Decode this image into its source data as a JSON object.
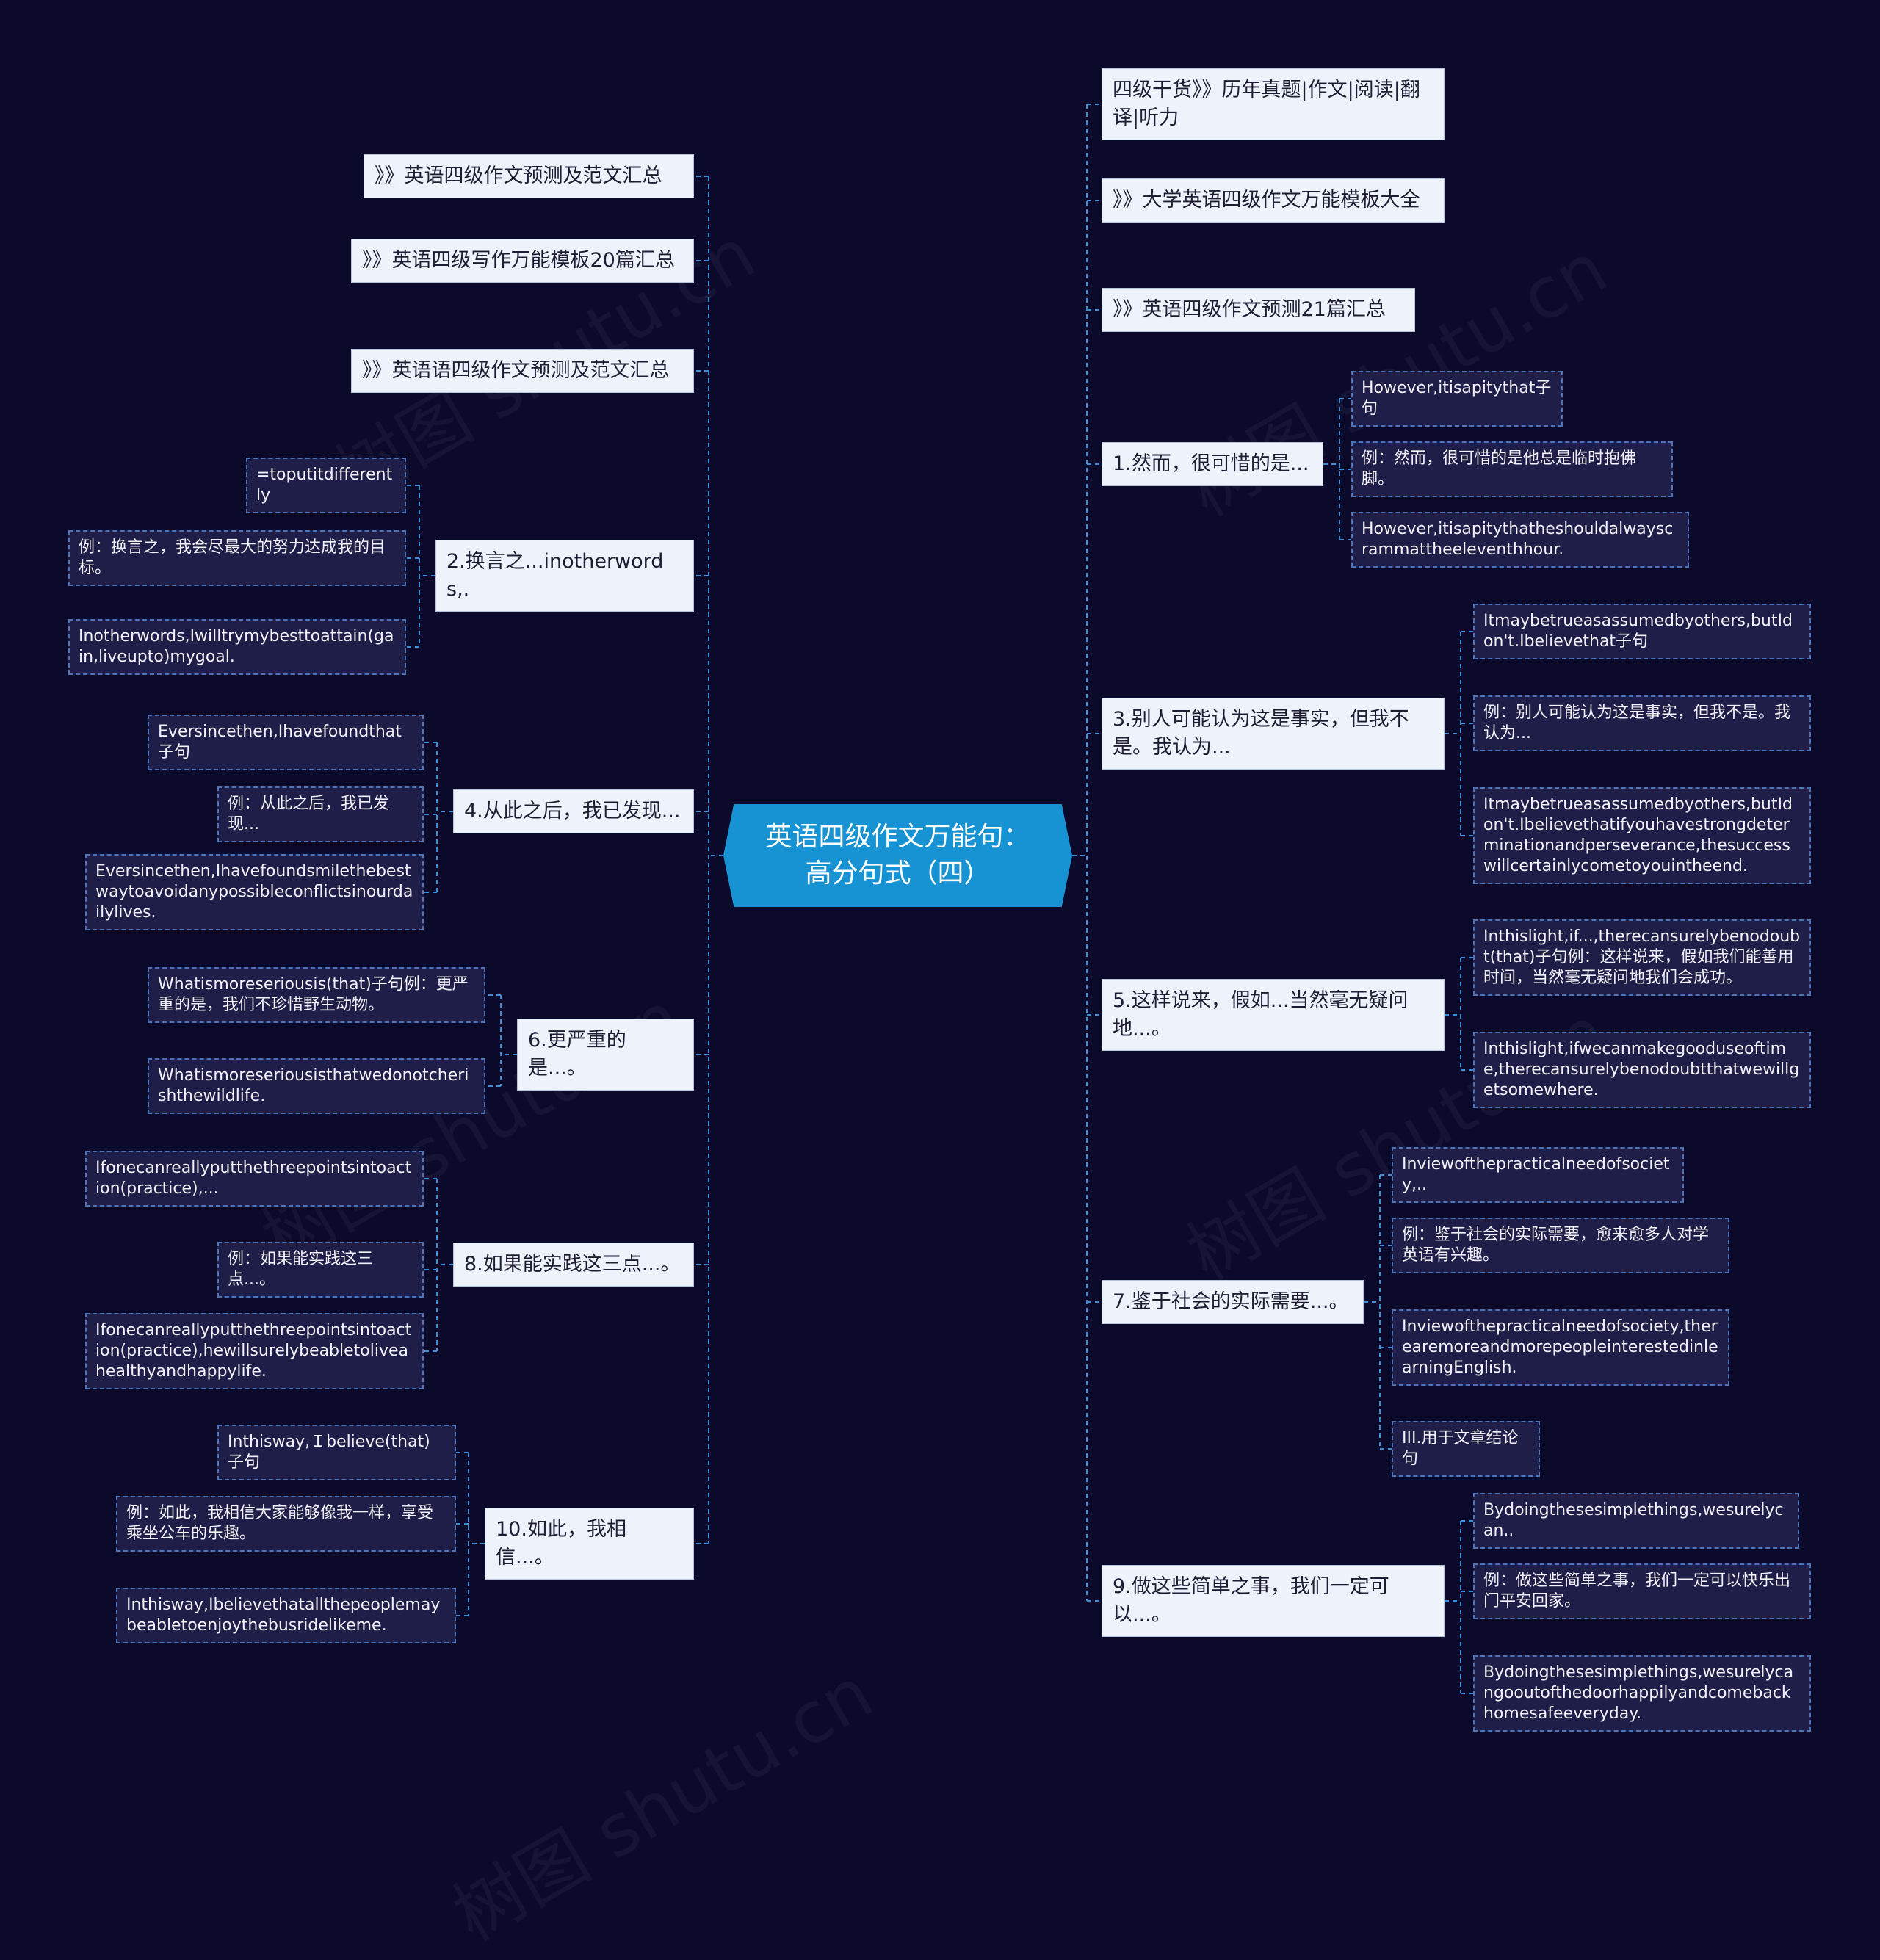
{
  "root": "英语四级作文万能句：高分句式（四）",
  "watermark": "树图 shutu.cn",
  "left": [
    {
      "label": "》》英语四级作文预测及范文汇总",
      "children": []
    },
    {
      "label": "》》英语四级写作万能模板20篇汇总",
      "children": []
    },
    {
      "label": "》》英语语四级作文预测及范文汇总",
      "children": []
    },
    {
      "label": "2.换言之...inotherwords,.",
      "children": [
        "=toputitdifferently",
        "例：换言之，我会尽最大的努力达成我的目标。",
        "Inotherwords,Iwilltrymybesttoattain(gain,liveupto)mygoal."
      ]
    },
    {
      "label": "4.从此之后，我已发现...",
      "children": [
        "Eversincethen,Ihavefoundthat子句",
        "例：从此之后，我已发现...",
        "Eversincethen,Ihavefoundsmilethebestwaytoavoidanypossibleconflictsinourdailylives."
      ]
    },
    {
      "label": "6.更严重的是...。",
      "children": [
        "Whatismoreseriousis(that)子句例：更严重的是，我们不珍惜野生动物。",
        "Whatismoreseriousisthatwedonotcherishthewildlife."
      ]
    },
    {
      "label": "8.如果能实践这三点...。",
      "children": [
        "Ifonecanreallyputthethreepointsintoaction(practice),...",
        "例：如果能实践这三点...。",
        "Ifonecanreallyputthethreepointsintoaction(practice),hewillsurelybeabletoliveahealthyandhappylife."
      ]
    },
    {
      "label": "10.如此，我相信...。",
      "children": [
        "Inthisway,Ｉbelieve(that)子句",
        "例：如此，我相信大家能够像我一样，享受乘坐公车的乐趣。",
        "Inthisway,Ibelievethatallthepeoplemaybeabletoenjoythebusridelikeme."
      ]
    }
  ],
  "right": [
    {
      "label": "四级干货》》历年真题|作文|阅读|翻译|听力",
      "children": []
    },
    {
      "label": "》》大学英语四级作文万能模板大全",
      "children": []
    },
    {
      "label": "》》英语四级作文预测21篇汇总",
      "children": []
    },
    {
      "label": "1.然而，很可惜的是...",
      "children": [
        "However,itisapitythat子句",
        "例：然而，很可惜的是他总是临时抱佛脚。",
        "However,itisapitythatheshouldalwayscrammattheeleventhhour."
      ]
    },
    {
      "label": "3.别人可能认为这是事实，但我不是。我认为...",
      "children": [
        "Itmaybetrueasassumedbyothers,butIdon't.Ibelievethat子句",
        "例：别人可能认为这是事实，但我不是。我认为...",
        "Itmaybetrueasassumedbyothers,butIdon't.Ibelievethatifyouhavestrongdeterminationandperseverance,thesuccesswillcertainlycometoyouintheend."
      ]
    },
    {
      "label": "5.这样说来，假如...当然毫无疑问地...。",
      "children": [
        "Inthislight,if...,therecansurelybenodoubt(that)子句例：这样说来，假如我们能善用时间，当然毫无疑问地我们会成功。",
        "Inthislight,ifwecanmakegooduseoftime,therecansurelybenodoubtthatwewillgetsomewhere."
      ]
    },
    {
      "label": "7.鉴于社会的实际需要...。",
      "children": [
        "Inviewofthepracticalneedofsociety,..",
        "例：鉴于社会的实际需要，愈来愈多人对学英语有兴趣。",
        "Inviewofthepracticalneedofsociety,therearemoreandmorepeopleinterestedinlearningEnglish.",
        "III.用于文章结论句"
      ]
    },
    {
      "label": "9.做这些简单之事，我们一定可以...。",
      "children": [
        "Bydoingthesesimplethings,wesurelycan..",
        "例：做这些简单之事，我们一定可以快乐出门平安回家。",
        "Bydoingthesesimplethings,wesurelycangooutofthedoorhappilyandcomebackhomesafeeveryday."
      ]
    }
  ]
}
